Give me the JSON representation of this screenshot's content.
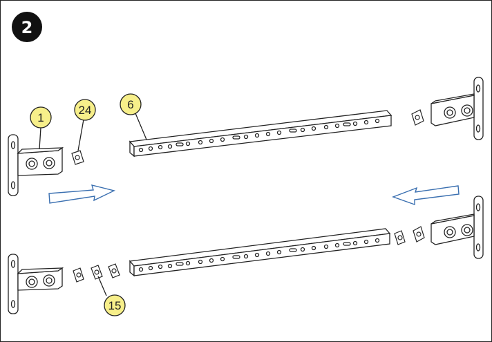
{
  "step": {
    "number": "2"
  },
  "callouts": {
    "bracket": "1",
    "nut_single": "24",
    "rail": "6",
    "nuts_group": "15"
  },
  "colors": {
    "callout_fill": "#f7ef8a",
    "arrow_stroke": "#3a6fb0",
    "line": "#222222",
    "badge": "#111111"
  }
}
